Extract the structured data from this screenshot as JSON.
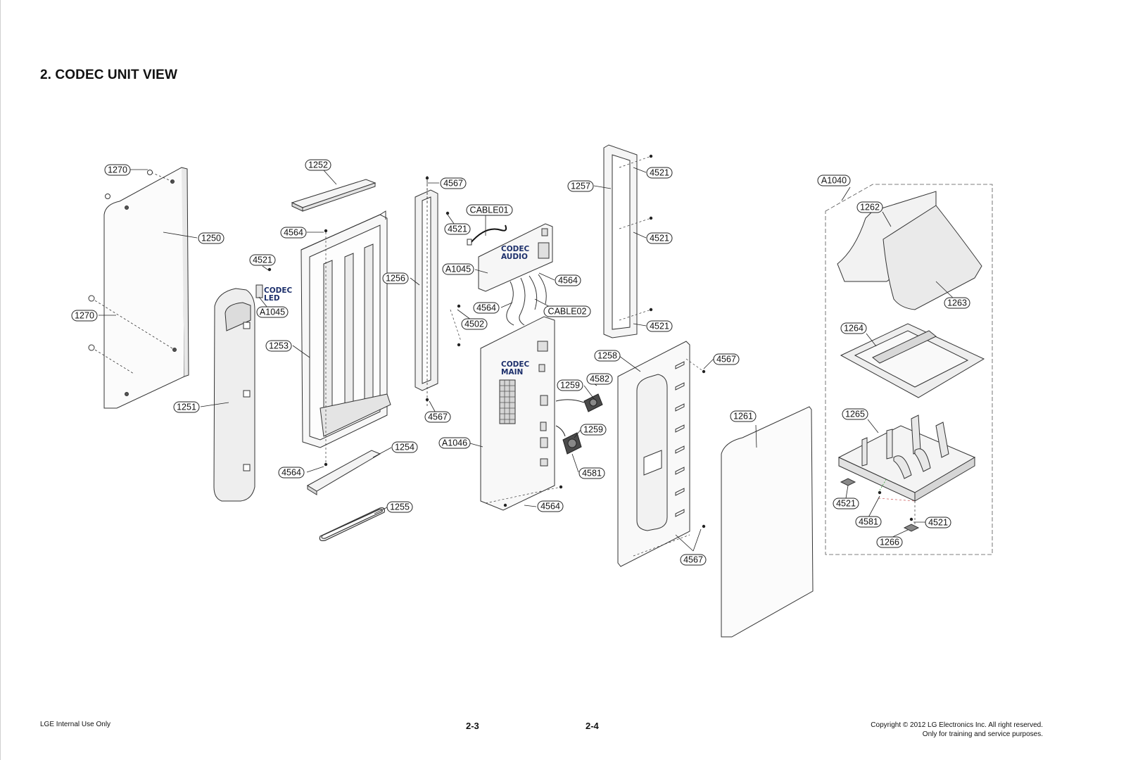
{
  "page": {
    "title": "2. CODEC UNIT VIEW",
    "footer_left": "LGE Internal Use Only",
    "page_left": "2-3",
    "page_right": "2-4",
    "copyright_line1": "Copyright © 2012 LG Electronics Inc. All right reserved.",
    "copyright_line2": "Only for training and service purposes."
  },
  "board_labels": {
    "codec_led_1": "CODEC",
    "codec_led_2": "LED",
    "codec_audio_1": "CODEC",
    "codec_audio_2": "AUDIO",
    "codec_main_1": "CODEC",
    "codec_main_2": "MAIN"
  },
  "callouts": [
    "1270",
    "1250",
    "1270",
    "1251",
    "4521",
    "A1045",
    "1252",
    "4564",
    "1253",
    "4564",
    "1254",
    "1255",
    "4567",
    "4521",
    "1256",
    "A1045",
    "4564",
    "4502",
    "4567",
    "CABLE01",
    "4564",
    "CABLE02",
    "1257",
    "4521",
    "4521",
    "4521",
    "1258",
    "4567",
    "1259",
    "4582",
    "1259",
    "4581",
    "A1046",
    "4564",
    "4567",
    "1261",
    "A1040",
    "1262",
    "1263",
    "1264",
    "1265",
    "4521",
    "4581",
    "4521",
    "1266"
  ]
}
